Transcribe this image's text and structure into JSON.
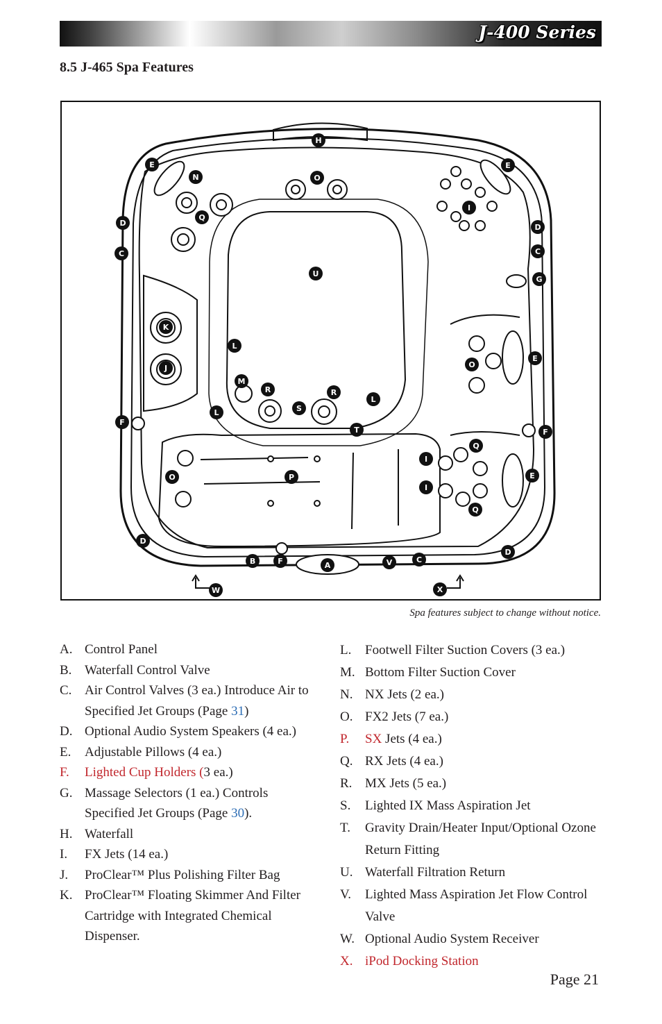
{
  "header": {
    "series_title": "J-400 Series"
  },
  "section_title": "8.5  J-465 Spa Features",
  "caption": "Spa features subject to change without notice.",
  "legend_left": [
    {
      "letter": "A.",
      "text": "Control Panel"
    },
    {
      "letter": "B.",
      "text": "Waterfall Control Valve"
    },
    {
      "letter": "C.",
      "text_before": "Air Control Valves (3 ea.) Introduce Air to Specified Jet Groups (Page ",
      "link": "31",
      "text_after": ")"
    },
    {
      "letter": "D.",
      "text": "Optional Audio System Speakers (4 ea.)"
    },
    {
      "letter": "E.",
      "text": "Adjustable Pillows (4 ea.)"
    },
    {
      "letter": "F.",
      "text_red": "Lighted Cup Holders (",
      "text_after": "3 ea.)"
    },
    {
      "letter": "G.",
      "text_before": "Massage Selectors (1 ea.) Controls Specified Jet Groups (Page ",
      "link": "30",
      "text_after": ")."
    },
    {
      "letter": "H.",
      "text": "Waterfall"
    },
    {
      "letter": "I.",
      "text": "FX Jets (14 ea.)"
    },
    {
      "letter": "J.",
      "text": "ProClear™ Plus Polishing Filter Bag"
    },
    {
      "letter": "K.",
      "text": "ProClear™ Floating Skimmer And Filter Cartridge with Integrated Chemical Dispenser."
    }
  ],
  "legend_right": [
    {
      "letter": "L.",
      "text": "Footwell Filter Suction Covers (3 ea.)"
    },
    {
      "letter": "M.",
      "text": "Bottom Filter Suction Cover"
    },
    {
      "letter": "N.",
      "text": "NX Jets (2 ea.)"
    },
    {
      "letter": "O.",
      "text": "FX2 Jets (7 ea.)"
    },
    {
      "letter": "P.",
      "text_red": "SX",
      "text_after": " Jets (4 ea.)"
    },
    {
      "letter": "Q.",
      "text": "RX Jets (4 ea.)"
    },
    {
      "letter": "R.",
      "text": "MX Jets (5 ea.)"
    },
    {
      "letter": "S.",
      "text": "Lighted IX Mass Aspiration Jet"
    },
    {
      "letter": "T.",
      "text": "Gravity Drain/Heater Input/Optional Ozone Return Fitting"
    },
    {
      "letter": "U.",
      "text": "Waterfall Filtration Return"
    },
    {
      "letter": "V.",
      "text": "Lighted Mass Aspiration Jet Flow Control Valve"
    },
    {
      "letter": "W.",
      "text": "Optional Audio System Receiver"
    },
    {
      "letter": "X.",
      "text": "iPod Docking Station"
    }
  ],
  "diagram_tags": [
    "H",
    "E",
    "N",
    "O",
    "E",
    "I",
    "D",
    "Q",
    "D",
    "C",
    "C",
    "G",
    "U",
    "K",
    "L",
    "J",
    "O",
    "E",
    "M",
    "R",
    "R",
    "L",
    "S",
    "L",
    "F",
    "F",
    "T",
    "Q",
    "I",
    "O",
    "P",
    "E",
    "I",
    "Q",
    "D",
    "D",
    "B",
    "F",
    "A",
    "V",
    "C",
    "W",
    "X"
  ],
  "page_number": "Page 21"
}
